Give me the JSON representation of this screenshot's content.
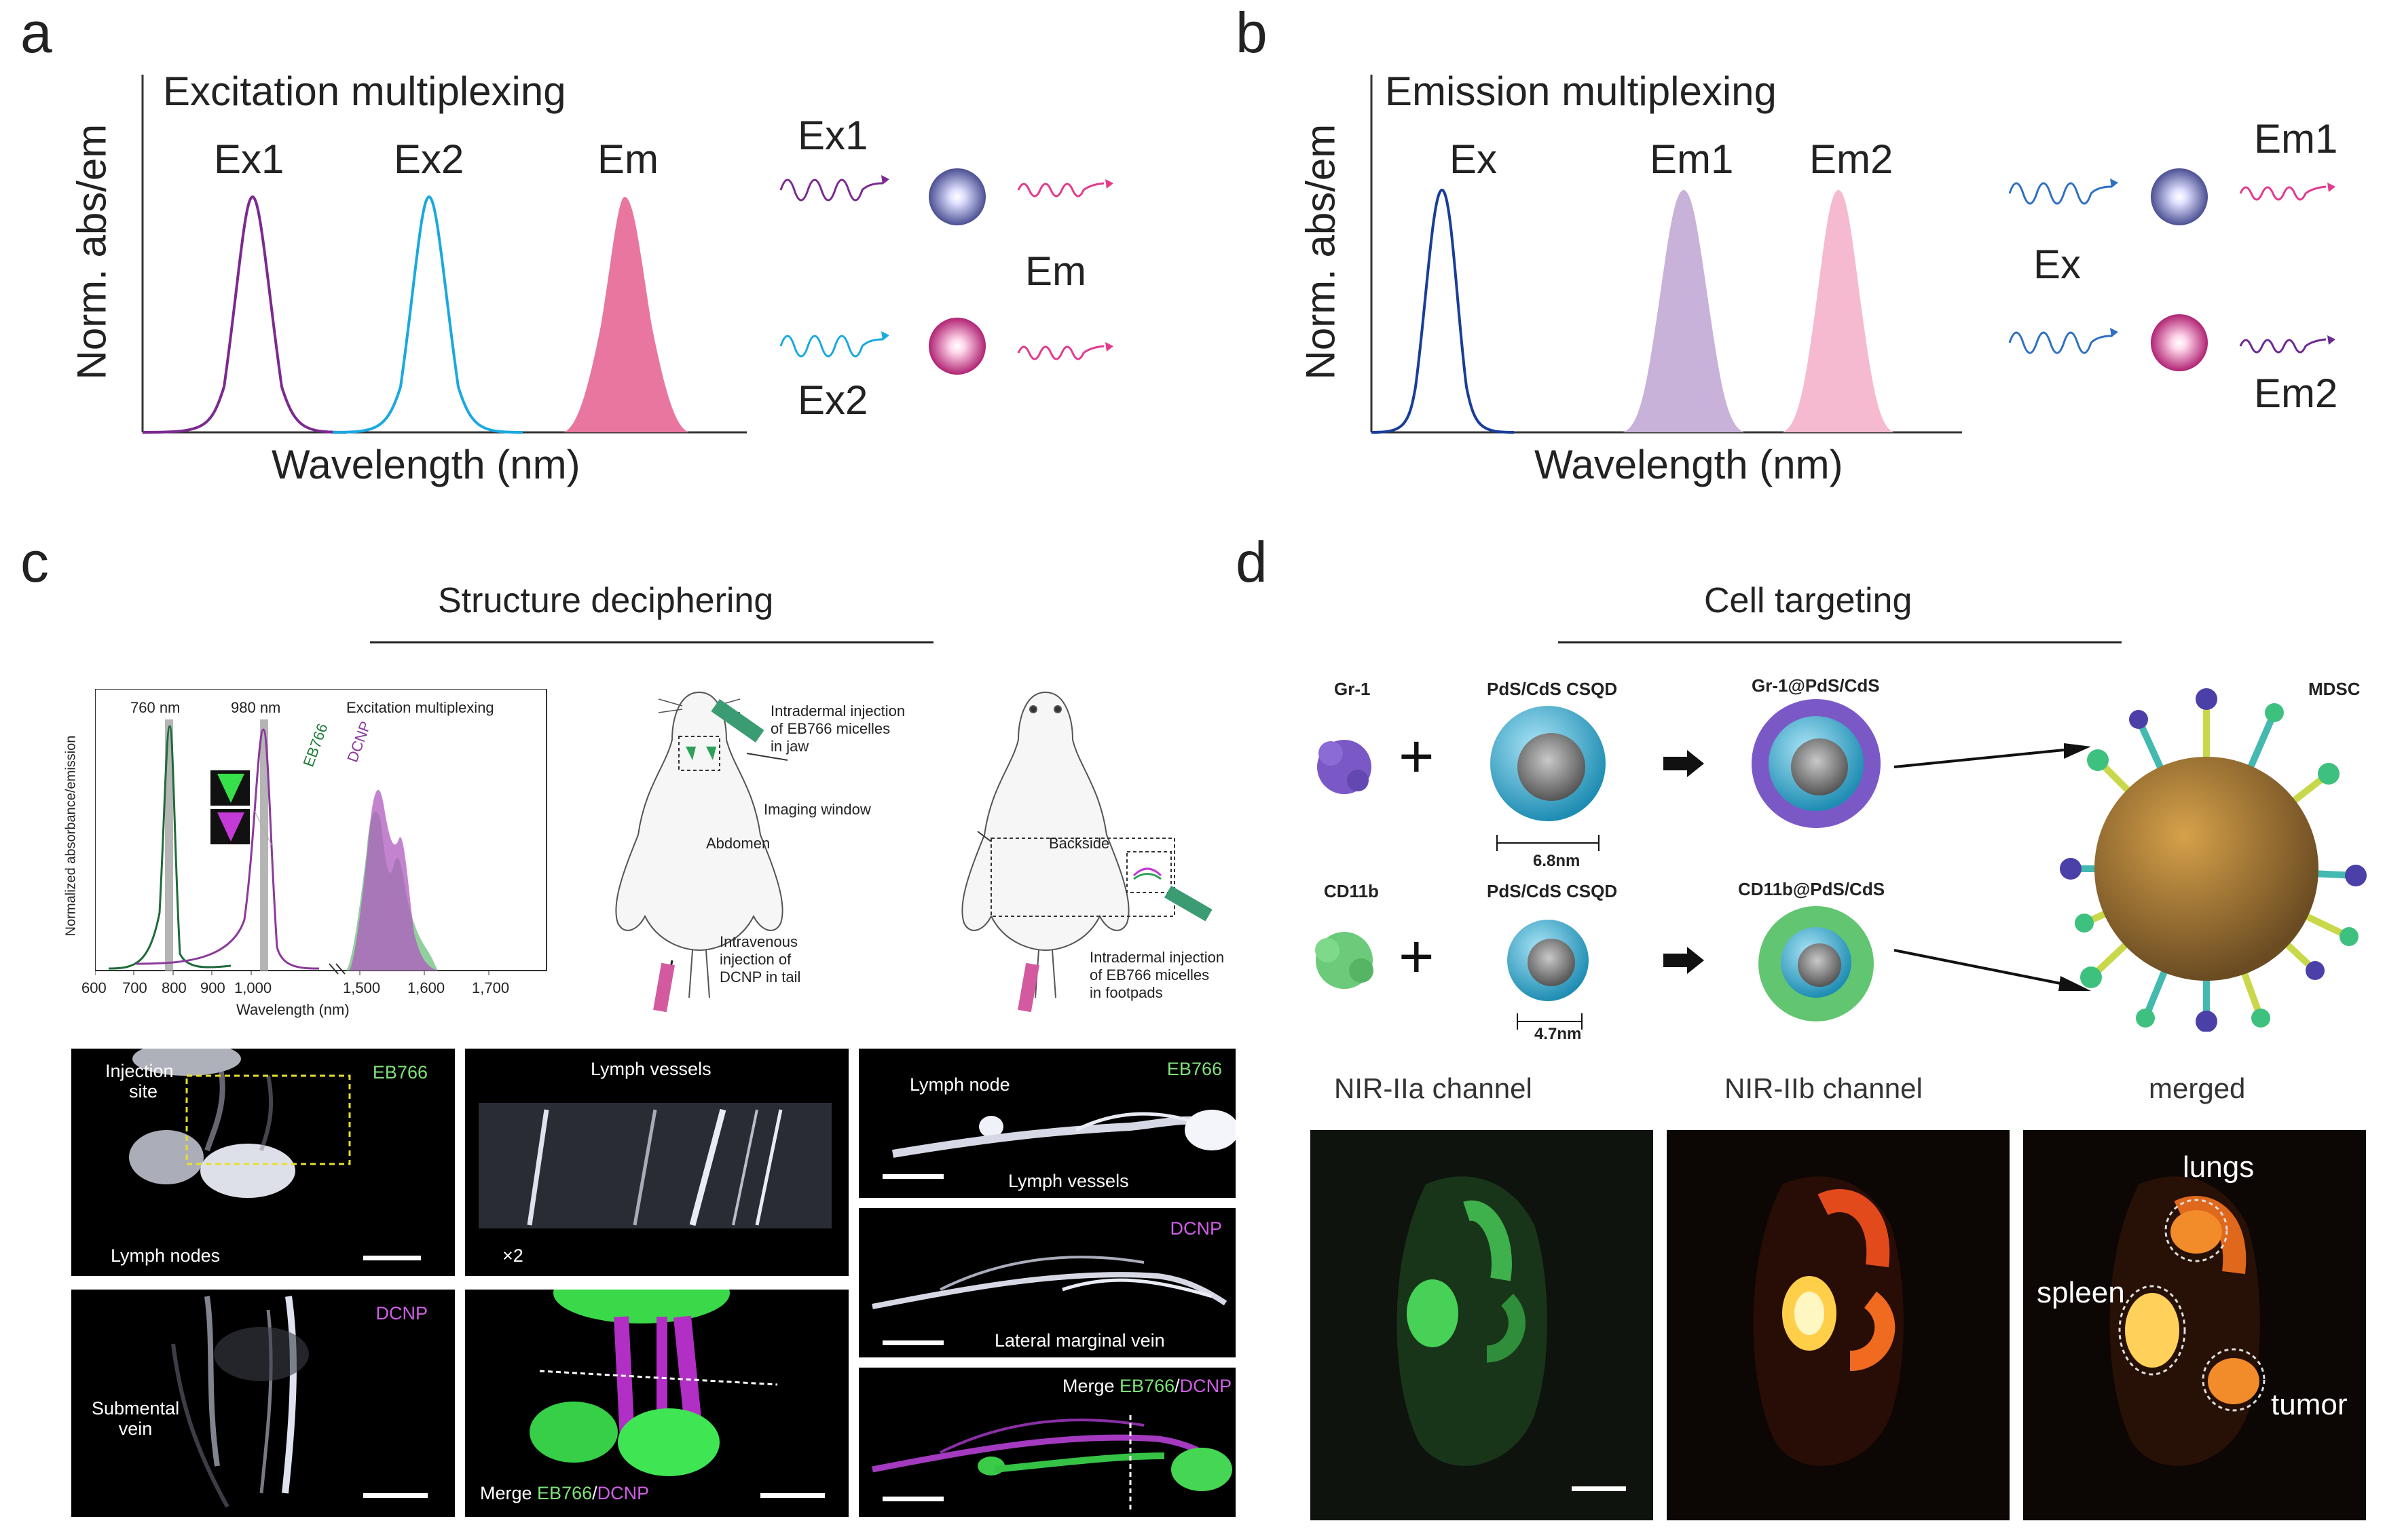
{
  "panel_a": {
    "letter": "a",
    "title": "Excitation multiplexing",
    "ylabel": "Norm. abs/em",
    "xlabel": "Wavelength (nm)",
    "peaks": [
      "Ex1",
      "Ex2",
      "Em"
    ],
    "schematic": {
      "ex1": "Ex1",
      "ex2": "Ex2",
      "em": "Em"
    },
    "colors": {
      "ex1": "#7b2a8f",
      "ex2": "#1aa8e0",
      "em": "#e8769f"
    }
  },
  "panel_b": {
    "letter": "b",
    "title": "Emission multiplexing",
    "ylabel": "Norm. abs/em",
    "xlabel": "Wavelength (nm)",
    "peaks": [
      "Ex",
      "Em1",
      "Em2"
    ],
    "schematic": {
      "em1": "Em1",
      "ex": "Ex",
      "em2": "Em2"
    },
    "colors": {
      "ex": "#1b3d9a",
      "em1": "#c9b2d9",
      "em2": "#f5b9d0"
    }
  },
  "panel_c": {
    "letter": "c",
    "title": "Structure deciphering",
    "spectrum": {
      "ylabel": "Normalized absorbance/emission",
      "xlabel": "Wavelength (nm)",
      "ticks": [
        "600",
        "700",
        "800",
        "900",
        "1,000",
        "1,500",
        "1,600",
        "1,700"
      ],
      "line1": "760 nm",
      "line2": "980 nm",
      "label": "Excitation multiplexing",
      "inset1": "EB766",
      "inset2": "DCNP"
    },
    "mouse": {
      "front_label": "Abdomen",
      "back_label": "Backside",
      "note_jaw": [
        "Intradermal injection",
        "of EB766 micelles",
        "in jaw"
      ],
      "note_window": "Imaging window",
      "note_tail": [
        "Intravenous",
        "injection of",
        "DCNP in tail"
      ],
      "note_foot": [
        "Intradermal injection",
        "of EB766 micelles",
        "in footpads"
      ]
    },
    "images": {
      "i1": {
        "tl": [
          "Injection",
          "site"
        ],
        "tag": "EB766",
        "bottom": "Lymph nodes"
      },
      "i2": {
        "top": "Lymph vessels",
        "zoom": "×2"
      },
      "i3": {
        "top": "Lymph node",
        "tag": "EB766",
        "bottom": "Lymph vessels"
      },
      "i4": {
        "tag": "DCNP",
        "left": [
          "Submental",
          "vein"
        ]
      },
      "i5": {
        "merge": "Merge ",
        "eb": "EB766",
        "slash": "/",
        "dc": "DCNP"
      },
      "i6": {
        "tag": "DCNP",
        "bottom": "Lateral marginal vein"
      },
      "i7": {
        "merge": "Merge ",
        "eb": "EB766",
        "slash": "/",
        "dc": "DCNP"
      }
    }
  },
  "panel_d": {
    "letter": "d",
    "title": "Cell targeting",
    "row1": {
      "ligand": "Gr-1",
      "dot": "PdS/CdS CSQD",
      "size": "6.8nm",
      "product": "Gr-1@PdS/CdS"
    },
    "row2": {
      "ligand": "CD11b",
      "dot": "PdS/CdS CSQD",
      "size": "4.7nm",
      "product": "CD11b@PdS/CdS"
    },
    "cell": "MDSC",
    "channels": [
      "NIR-IIa channel",
      "NIR-IIb channel",
      "merged"
    ],
    "organs": {
      "lungs": "lungs",
      "spleen": "spleen",
      "tumor": "tumor"
    }
  }
}
